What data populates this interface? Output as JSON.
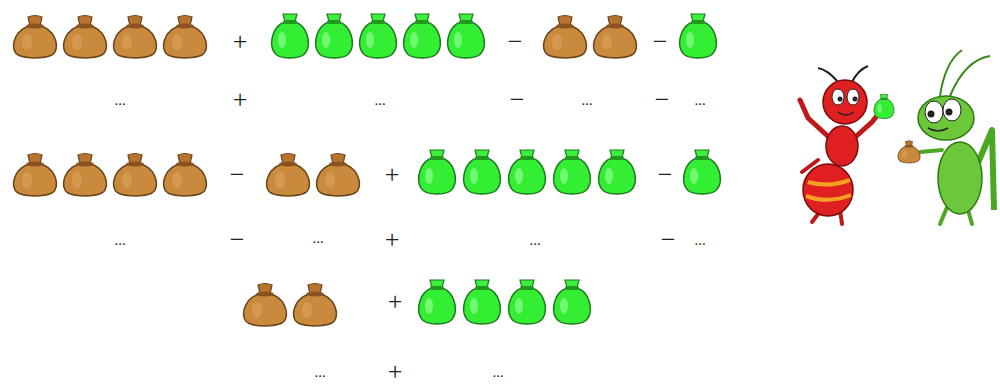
{
  "diagram": {
    "labels": [
      "+",
      "−",
      "−",
      "...",
      "+",
      "...",
      "−",
      "...",
      "−",
      "...",
      "−",
      "+",
      "−",
      "...",
      "−",
      "...",
      "+",
      "...",
      "−",
      "...",
      "+",
      "...",
      "+",
      "..."
    ]
  }
}
